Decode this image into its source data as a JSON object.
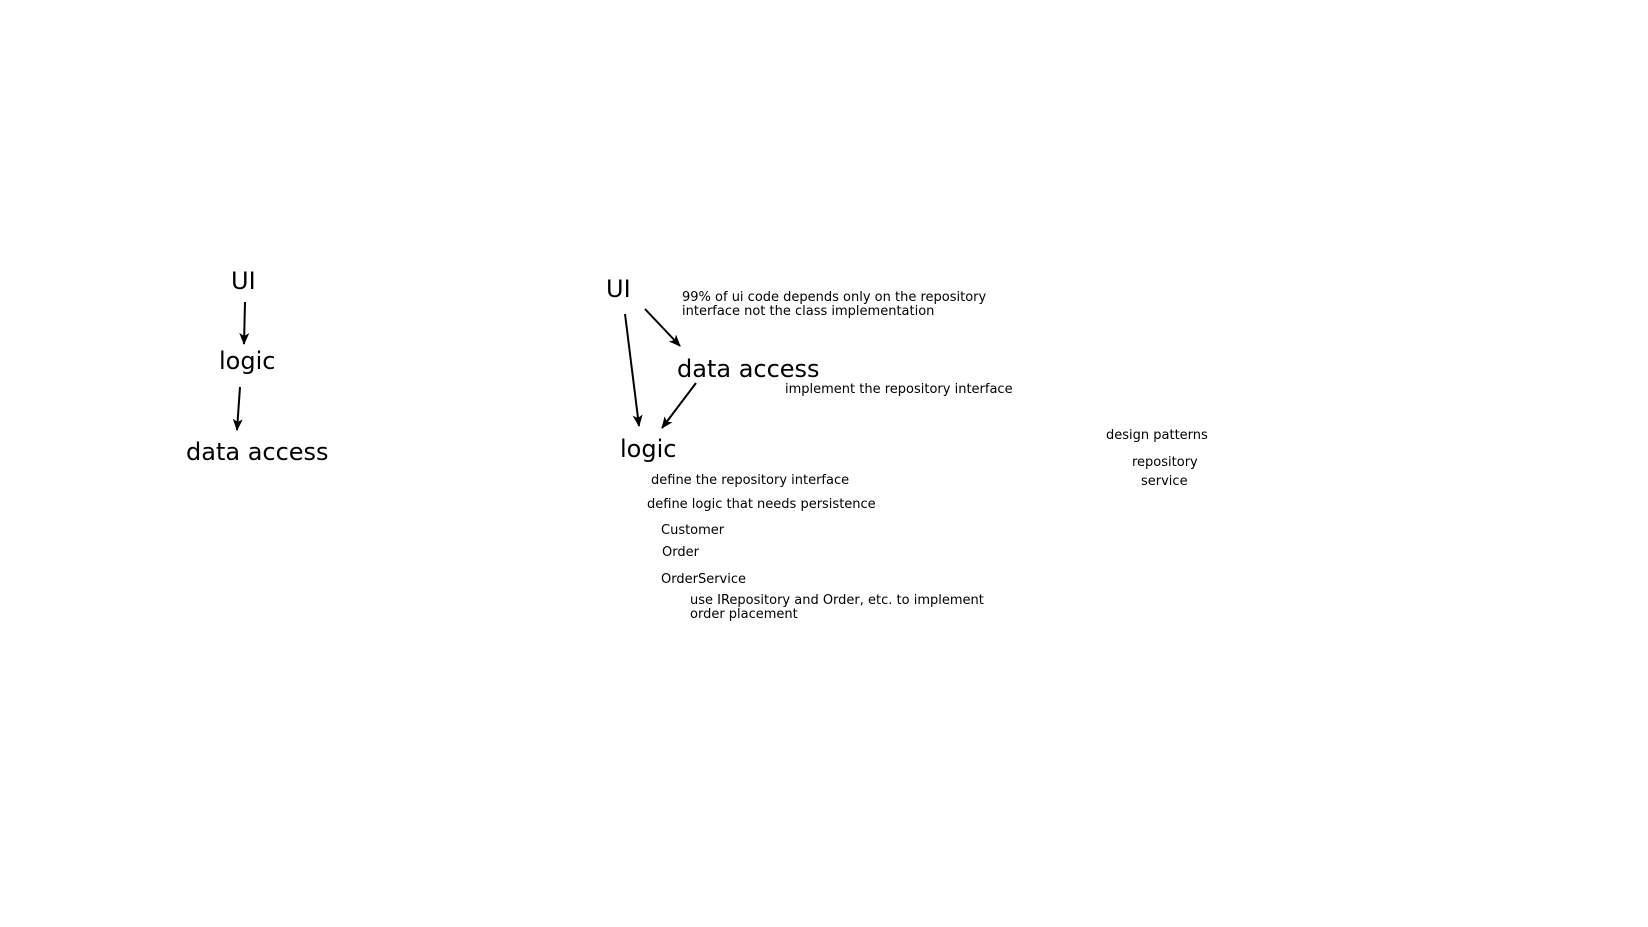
{
  "left_diagram": {
    "ui": "UI",
    "logic": "logic",
    "data_access": "data access"
  },
  "right_diagram": {
    "ui": "UI",
    "data_access": "data access",
    "logic": "logic",
    "ui_note_line1": "99% of ui code depends only on the repository",
    "ui_note_line2": "interface not the class implementation",
    "data_access_note": "implement the repository interface",
    "logic_note_1": "define the repository interface",
    "logic_note_2": "define logic that needs persistence",
    "customer": "Customer",
    "order": "Order",
    "order_service": "OrderService",
    "order_service_note_line1": "use IRepository and Order, etc. to implement",
    "order_service_note_line2": "order placement"
  },
  "patterns": {
    "heading": "design patterns",
    "repository": "repository",
    "service": "service"
  },
  "colors": {
    "background": "#ffffff",
    "ink": "#000000"
  }
}
